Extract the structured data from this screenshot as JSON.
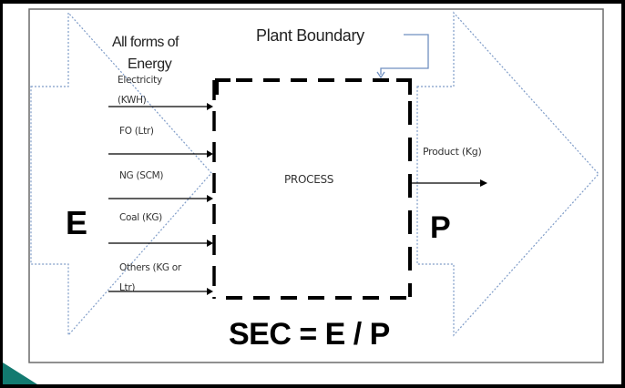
{
  "diagram": {
    "header_left": [
      "All forms of",
      "Energy"
    ],
    "plant_boundary_label": "Plant Boundary",
    "process_label": "PROCESS",
    "inputs": [
      {
        "label_line1": "Electricity",
        "label_line2": "(KWH)"
      },
      {
        "label_line1": "FO (Ltr)",
        "label_line2": ""
      },
      {
        "label_line1": "NG (SCM)",
        "label_line2": ""
      },
      {
        "label_line1": "Coal (KG)",
        "label_line2": ""
      },
      {
        "label_line1": "Others (KG or",
        "label_line2": "Ltr)"
      }
    ],
    "output_label": "Product (Kg)",
    "energy_symbol": "E",
    "product_symbol": "P",
    "formula": "SEC = E / P"
  },
  "colors": {
    "arrow_outline": "#7f9cc8",
    "boundary_pointer": "#6f8fc0",
    "accent_corner": "#127a70",
    "process_box": "#000000"
  }
}
